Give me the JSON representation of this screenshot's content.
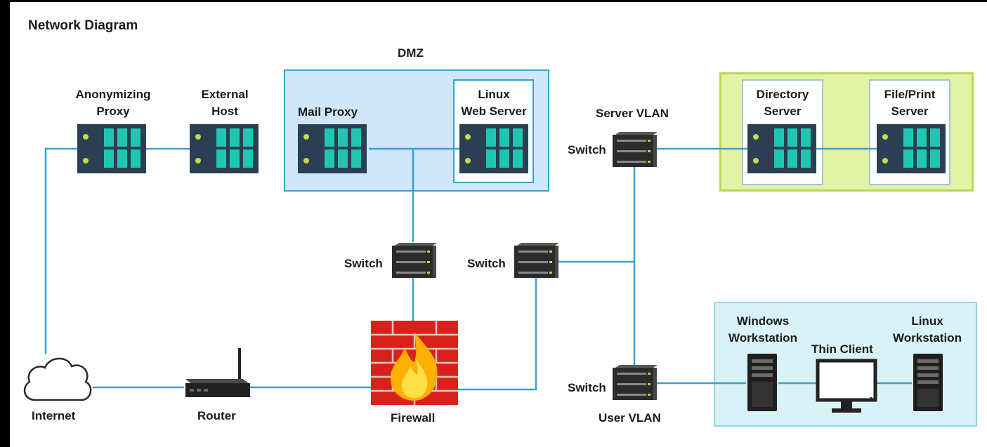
{
  "title": "Network Diagram",
  "zones": {
    "dmz": "DMZ"
  },
  "nodes": {
    "anonymizing_proxy": [
      "Anonymizing",
      "Proxy"
    ],
    "external_host": [
      "External",
      "Host"
    ],
    "mail_proxy": "Mail Proxy",
    "linux_web_server": [
      "Linux",
      "Web Server"
    ],
    "server_vlan": "Server VLAN",
    "directory_server": [
      "Directory",
      "Server"
    ],
    "file_print_server": [
      "File/Print",
      "Server"
    ],
    "switch_label": "Switch",
    "internet": "Internet",
    "router": "Router",
    "firewall": "Firewall",
    "user_vlan": "User VLAN",
    "windows_workstation": [
      "Windows",
      "Workstation"
    ],
    "thin_client": "Thin Client",
    "linux_workstation": [
      "Linux",
      "Workstation"
    ]
  },
  "colors": {
    "link": "#3aa0cc",
    "dmz_fill": "#cfe6fb",
    "dmz_border": "#3aa0cc",
    "server_vlan_fill": "#e4f2a8",
    "server_vlan_border": "#b8d85a",
    "user_vlan_fill": "#d8f2f8",
    "user_vlan_border": "#8ed6e6",
    "server_body": "#2a3f52",
    "server_bays": "#1fc7b2",
    "firewall_brick": "#d9211c"
  }
}
